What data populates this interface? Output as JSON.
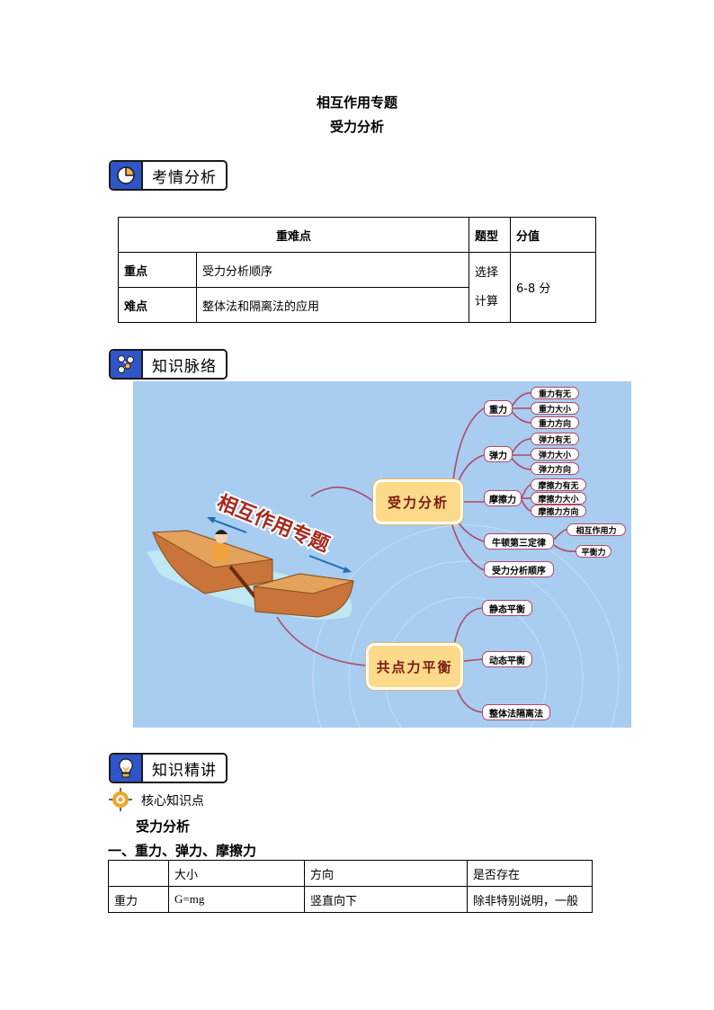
{
  "header": {
    "title": "相互作用专题",
    "subtitle": "受力分析"
  },
  "sections": {
    "exam_analysis": "考情分析",
    "knowledge_map": "知识脉络",
    "knowledge_lecture": "知识精讲"
  },
  "exam_table": {
    "headers": [
      "重难点",
      "题型",
      "分值"
    ],
    "rows": [
      {
        "label": "重点",
        "content": "受力分析顺序"
      },
      {
        "label": "难点",
        "content": "整体法和隔离法的应用"
      }
    ],
    "question_type": [
      "选择",
      "计算"
    ],
    "score": "6-8 分"
  },
  "mindmap": {
    "banner": "相互作用专题",
    "main1": {
      "label": "受力分析",
      "branches": [
        {
          "label": "重力",
          "leaves": [
            "重力有无",
            "重力大小",
            "重力方向"
          ]
        },
        {
          "label": "弹力",
          "leaves": [
            "弹力有无",
            "弹力大小",
            "弹力方向"
          ]
        },
        {
          "label": "摩擦力",
          "leaves": [
            "摩擦力有无",
            "摩擦力大小",
            "摩擦力方向"
          ]
        },
        {
          "label": "牛顿第三定律",
          "leaves": [
            "相互作用力",
            "平衡力"
          ]
        },
        {
          "label": "受力分析顺序",
          "leaves": []
        }
      ]
    },
    "main2": {
      "label": "共点力平衡",
      "branches": [
        {
          "label": "静态平衡"
        },
        {
          "label": "动态平衡"
        },
        {
          "label": "整体法隔离法"
        }
      ]
    }
  },
  "lecture": {
    "core_label": "核心知识点",
    "topic": "受力分析",
    "heading": "一、重力、弹力、摩擦力"
  },
  "force_table": {
    "headers": [
      "",
      "大小",
      "方向",
      "是否存在"
    ],
    "rows": [
      [
        "重力",
        "G=mg",
        "竖直向下",
        "除非特别说明，一般"
      ]
    ]
  },
  "colors": {
    "badge_blue": "#2f55c8",
    "accent_orange": "#f3b451",
    "map_bg": "#a8cdf0",
    "branch_line": "#b0476a",
    "main_node_fill": "#fdd98a"
  }
}
